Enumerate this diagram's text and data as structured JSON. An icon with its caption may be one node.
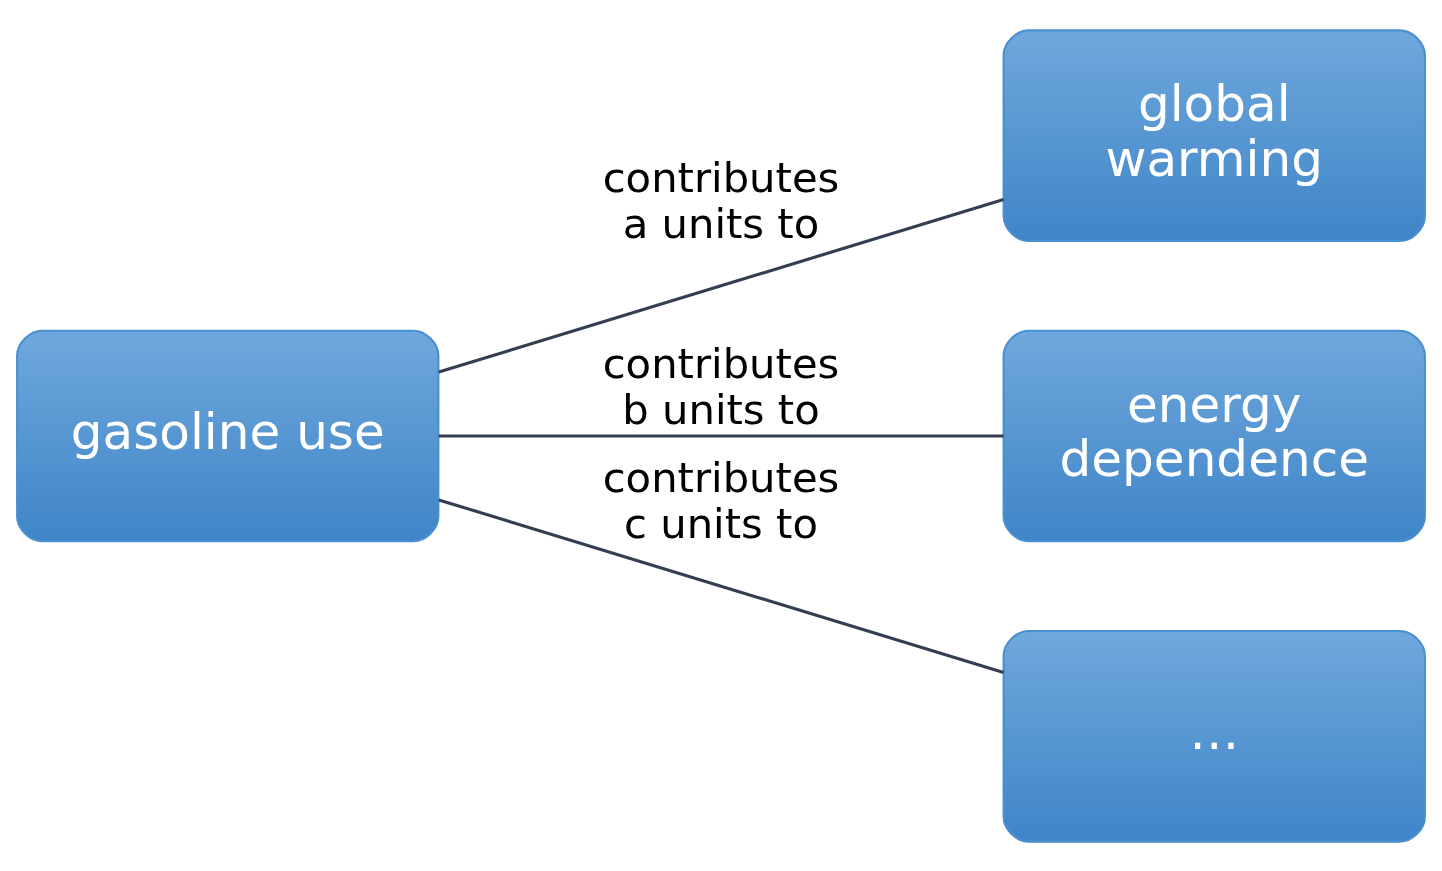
{
  "diagram": {
    "nodes": [
      {
        "text": [
          "gasoline use"
        ]
      },
      {
        "text": [
          "global warming"
        ]
      },
      {
        "text": [
          "energy dependence"
        ]
      },
      {
        "text": [
          "…"
        ]
      }
    ],
    "edges": [
      {
        "from": 0,
        "to": 1,
        "arrow": "none",
        "label": "contributes a units to"
      },
      {
        "from": 0,
        "to": 2,
        "arrow": "none",
        "label": "contributes b units to"
      },
      {
        "from": 0,
        "to": 3,
        "arrow": "none",
        "label": "contributes c units to"
      }
    ]
  }
}
